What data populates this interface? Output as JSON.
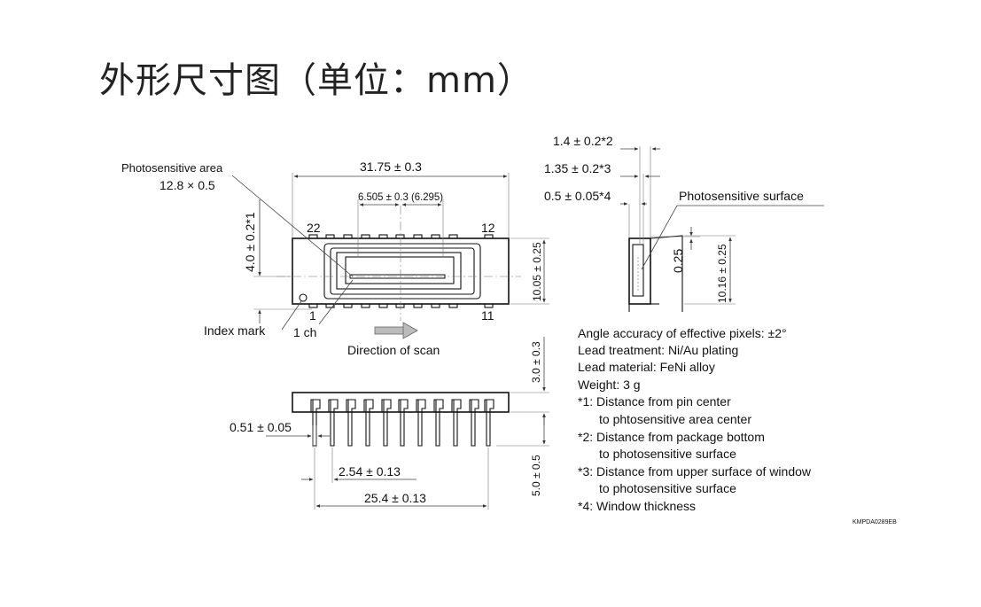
{
  "title": "外形尺寸图（单位：mm）",
  "top_view": {
    "photosensitive_area_label": "Photosensitive area",
    "photosensitive_area_dim": "12.8 × 0.5",
    "width_dim": "31.75 ± 0.3",
    "pitch_dim": "6.505 ± 0.3 (6.295)",
    "height_offset_dim": "4.0 ± 0.2*1",
    "body_height_dim": "10.05 ± 0.25",
    "pin_22": "22",
    "pin_12": "12",
    "pin_1": "1",
    "pin_11": "11",
    "index_mark": "Index mark",
    "ch1": "1 ch",
    "scan_direction": "Direction of scan"
  },
  "side_view": {
    "dim_1": "1.4 ± 0.2*2",
    "dim_2": "1.35 ± 0.2*3",
    "dim_3": "0.5 ± 0.05*4",
    "surface_label": "Photosensitive surface",
    "dim_025": "0.25",
    "height_dim": "10.16 ± 0.25"
  },
  "front_view": {
    "lead_width": "0.51 ± 0.05",
    "pitch": "2.54 ± 0.13",
    "span": "25.4 ± 0.13",
    "body_h": "3.0 ± 0.3",
    "lead_len": "5.0 ± 0.5"
  },
  "notes": [
    "Angle accuracy of effective pixels: ±2°",
    "Lead treatment: Ni/Au plating",
    "Lead material: FeNi alloy",
    "Weight: 3 g",
    "*1: Distance from pin center",
    "to phtosensitive area center",
    "*2: Distance from package bottom",
    "to photosensitive surface",
    "*3: Distance from upper surface of window",
    "to photosensitive surface",
    "*4: Window thickness"
  ],
  "code": "KMPDA0289EB"
}
